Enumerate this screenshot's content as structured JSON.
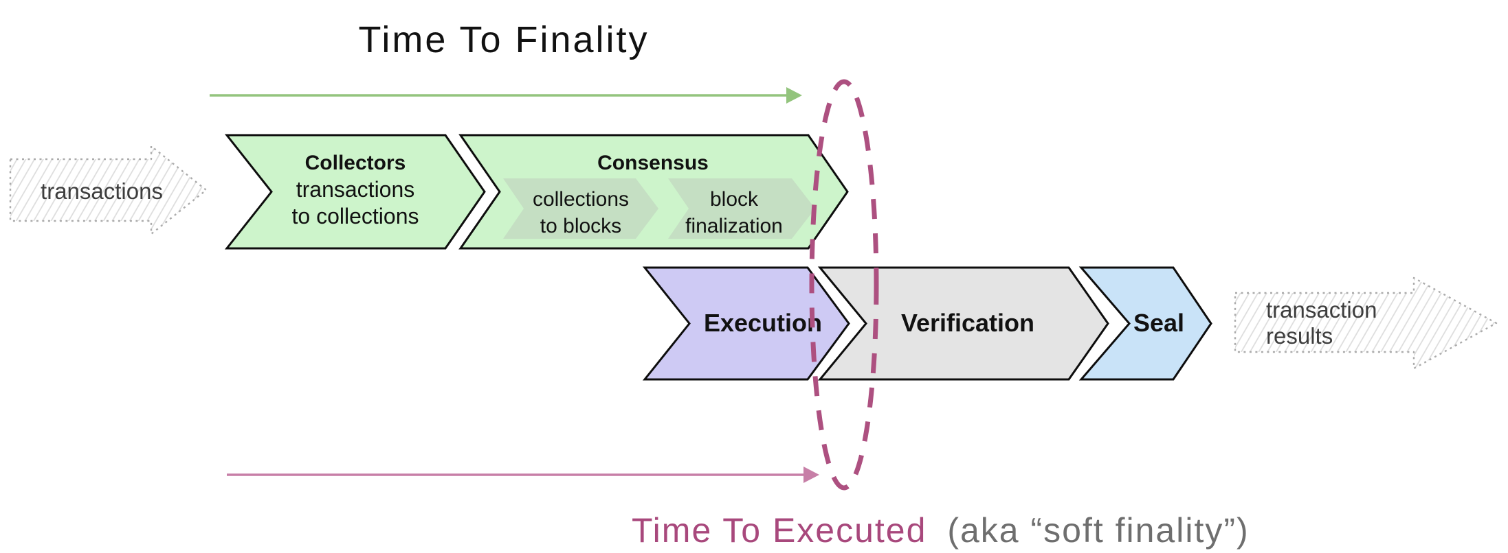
{
  "finality_band": {
    "title": "Time To Finality",
    "color": "#6aa84f",
    "arrow_color": "#93c47d"
  },
  "executed_band": {
    "title": "Time To Executed",
    "subtitle": "(aka “soft finality”)",
    "title_color": "#a8487c",
    "subtitle_color": "#6e6e6e",
    "arrow_color": "#c77fa7"
  },
  "boundary_ellipse": {
    "color": "#ad5080"
  },
  "input_arrow": {
    "label": "transactions"
  },
  "output_arrow": {
    "label_line1": "transaction",
    "label_line2": "results"
  },
  "pipeline": {
    "collectors": {
      "title": "Collectors",
      "subtitle_line1": "transactions",
      "subtitle_line2": "to collections",
      "fill": "#cdf4cb"
    },
    "consensus": {
      "title": "Consensus",
      "fill": "#cdf4cb",
      "sub_fill": "#c5dfc3",
      "sub1": {
        "line1": "collections",
        "line2": "to blocks"
      },
      "sub2": {
        "line1": "block",
        "line2": "finalization"
      }
    },
    "execution": {
      "title": "Execution",
      "fill": "#cecaf4"
    },
    "verification": {
      "title": "Verification",
      "fill": "#e4e4e4"
    },
    "seal": {
      "title": "Seal",
      "fill": "#c9e3f8"
    }
  }
}
